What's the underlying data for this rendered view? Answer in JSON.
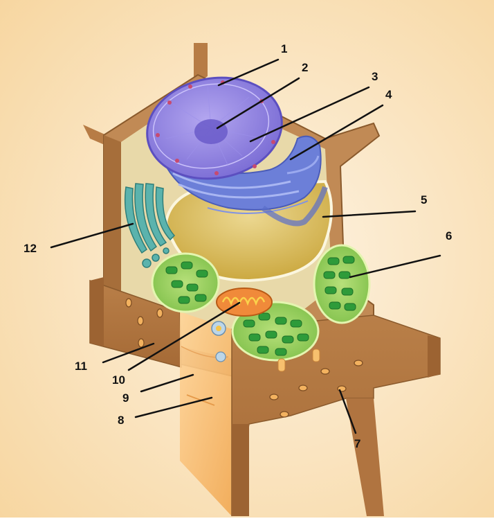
{
  "labels": [
    "1",
    "2",
    "3",
    "4",
    "5",
    "6",
    "7",
    "8",
    "9",
    "10",
    "11",
    "12"
  ],
  "colors": {
    "background": "#fbe5c0",
    "cell_wall": "#c48a52",
    "cell_wall_dark": "#8a5a2c",
    "nucleus": "#8c7fe0",
    "rough_er": "#6a7fd4",
    "vacuole": "#d6b54a",
    "chloroplast": "#48b34a",
    "mitochondrion": "#e8742f",
    "golgi": "#4fa6a0",
    "cytoplasm": "#efe6b8"
  }
}
